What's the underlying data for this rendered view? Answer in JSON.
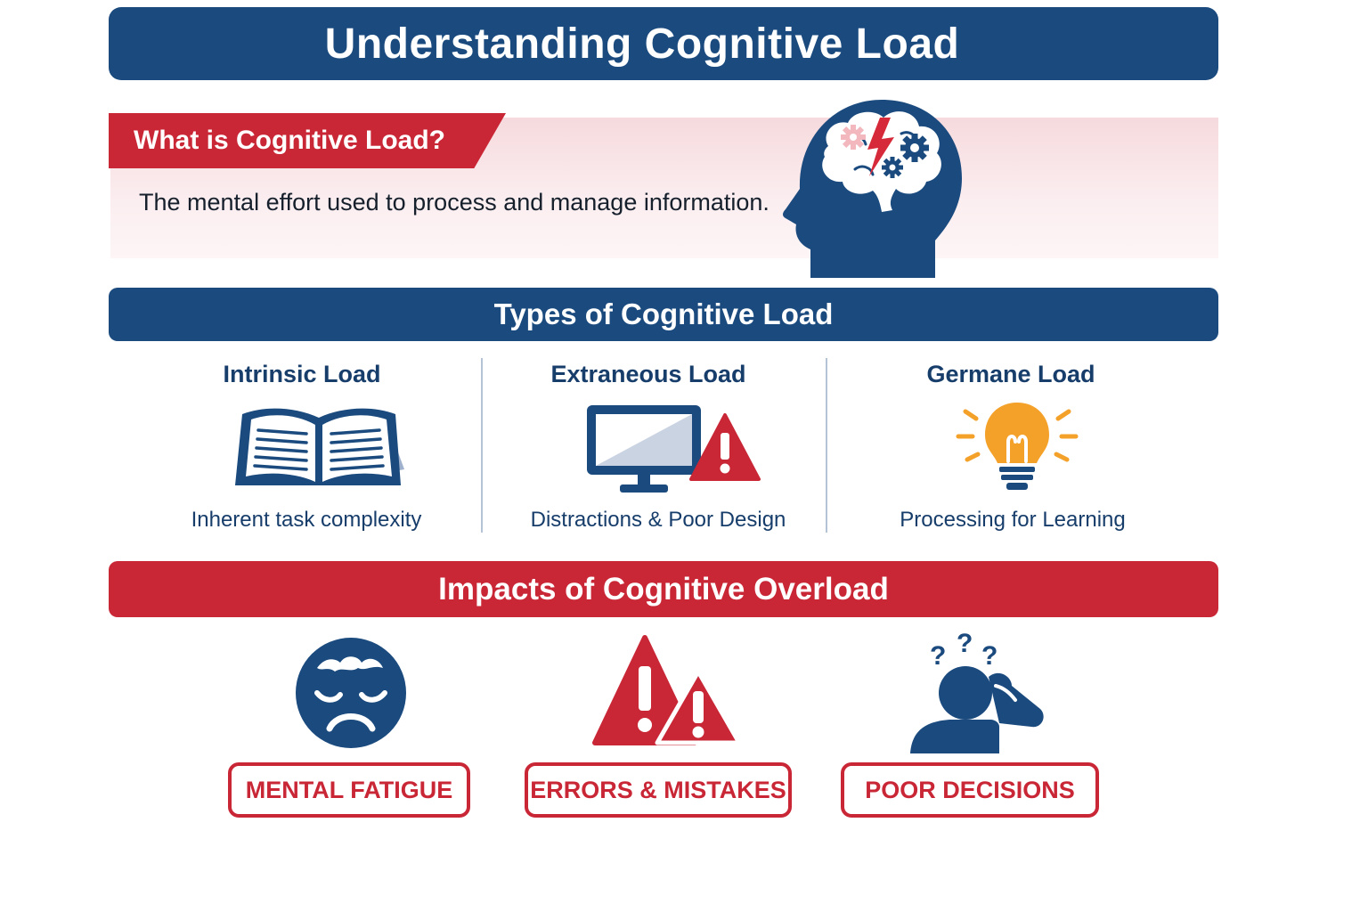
{
  "title": "Understanding Cognitive Load",
  "what_is": {
    "heading": "What is Cognitive Load?",
    "description": "The mental effort used to process and manage information."
  },
  "types": {
    "heading": "Types of Cognitive Load",
    "items": [
      {
        "title": "Intrinsic Load",
        "description": "Inherent task complexity",
        "icon": "open-book-icon"
      },
      {
        "title": "Extraneous Load",
        "description": "Distractions & Poor Design",
        "icon": "monitor-warning-icon"
      },
      {
        "title": "Germane Load",
        "description": "Processing for Learning",
        "icon": "lightbulb-icon"
      }
    ]
  },
  "impacts": {
    "heading": "Impacts of Cognitive Overload",
    "items": [
      {
        "label": "MENTAL FATIGUE",
        "icon": "tired-face-icon"
      },
      {
        "label": "ERRORS & MISTAKES",
        "icon": "warning-triangles-icon"
      },
      {
        "label": "POOR DECISIONS",
        "icon": "confused-person-icon"
      }
    ]
  },
  "colors": {
    "navy": "#1a4a7e",
    "red": "#c92636",
    "orange": "#f4a12a",
    "panel_pink": "#f6dadd"
  }
}
